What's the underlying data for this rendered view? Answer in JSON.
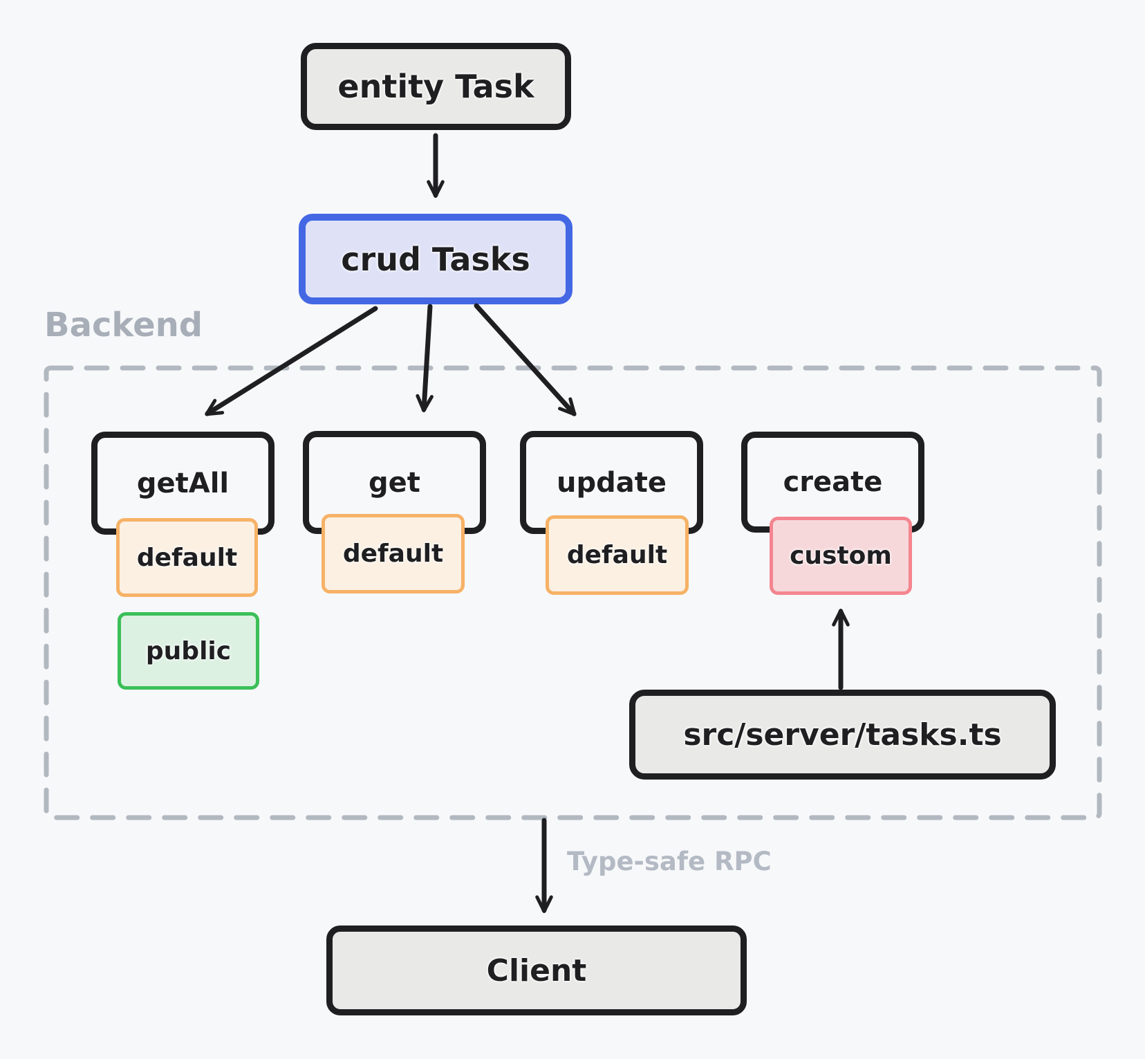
{
  "diagram": {
    "entity": {
      "label": "entity Task"
    },
    "crud": {
      "label": "crud Tasks"
    },
    "backend_label": "Backend",
    "methods": [
      {
        "name": "getAll",
        "impl": "default",
        "visibility": "public"
      },
      {
        "name": "get",
        "impl": "default"
      },
      {
        "name": "update",
        "impl": "default"
      },
      {
        "name": "create",
        "impl": "custom"
      }
    ],
    "source_file": {
      "label": "src/server/tasks.ts"
    },
    "rpc_label": "Type-safe RPC",
    "client": {
      "label": "Client"
    },
    "colors": {
      "background": "#f7f8fa",
      "node_fill": "#e9e9e8",
      "node_border": "#1f1f22",
      "crud_fill": "#dfe2f7",
      "crud_border": "#4468e4",
      "default_fill": "#fbf0e2",
      "default_border": "#f6b266",
      "custom_fill": "#f6d8db",
      "custom_border": "#f4858f",
      "public_fill": "#ddf1e3",
      "public_border": "#3bbf58",
      "muted_text": "#a8aeb8",
      "dashed_border": "#b2b8c0",
      "arrow": "#1f1f22"
    }
  }
}
